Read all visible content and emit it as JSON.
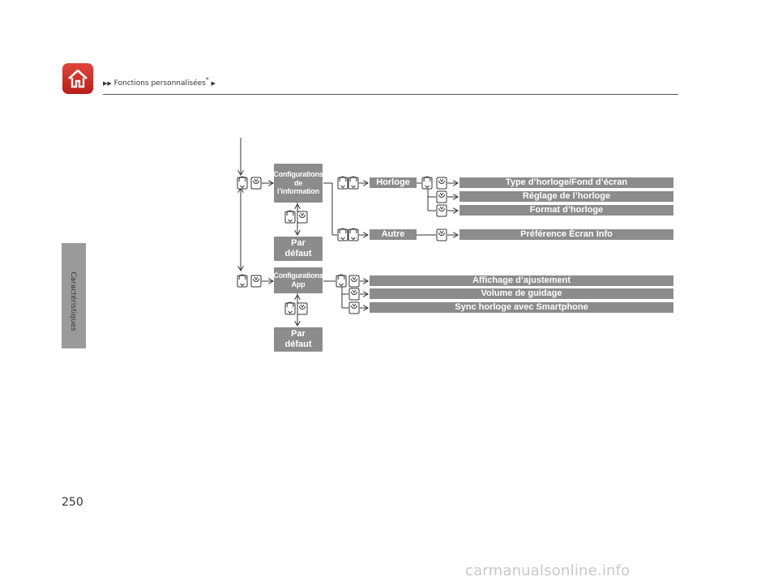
{
  "header": {
    "breadcrumb": "Fonctions personnalisées",
    "breadcrumb_marker": "*"
  },
  "sidebar": {
    "label": "Caractéristiques"
  },
  "page_number": "250",
  "footer": {
    "watermark": "carmanualsonline.info"
  },
  "tree": {
    "info_config": {
      "line1": "Configurations",
      "line2": "de",
      "line3": "l’information"
    },
    "app_config": {
      "line1": "Configurations",
      "line2": "App"
    },
    "default_1": {
      "line1": "Par",
      "line2": "défaut"
    },
    "default_2": {
      "line1": "Par",
      "line2": "défaut"
    },
    "clock": "Horloge",
    "other": "Autre",
    "clock_items": [
      "Type d’horloge/Fond d’écran",
      "Réglage de l’horloge",
      "Format d’horloge"
    ],
    "other_items": [
      "Préférence Écran Info"
    ],
    "app_items": [
      "Affichage d’ajustement",
      "Volume de guidage",
      "Sync horloge avec Smartphone"
    ]
  },
  "colors": {
    "home_red": "#c8261d",
    "node_gray": "#8c8c8c",
    "line": "#333333"
  }
}
